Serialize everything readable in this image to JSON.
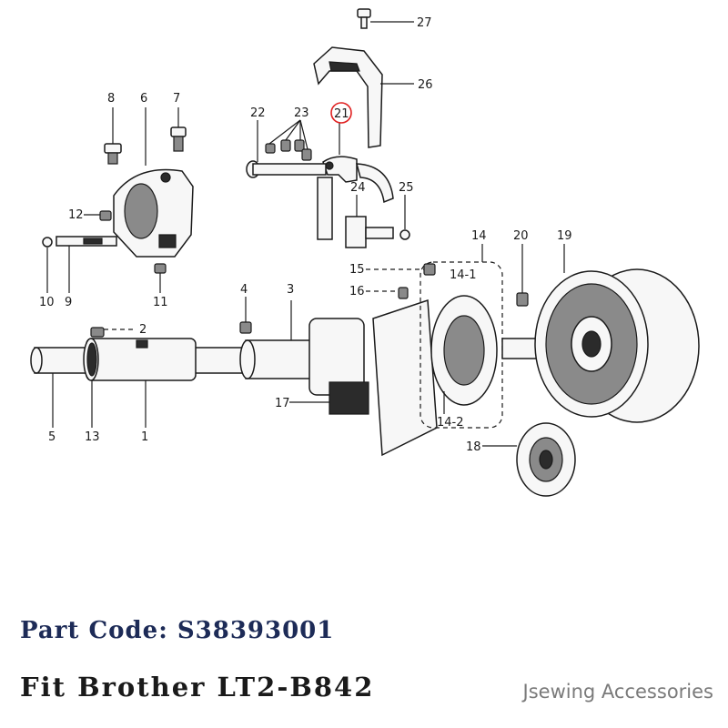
{
  "diagram": {
    "callouts": [
      "1",
      "2",
      "3",
      "4",
      "5",
      "6",
      "7",
      "8",
      "9",
      "10",
      "11",
      "12",
      "13",
      "14",
      "14-1",
      "14-2",
      "15",
      "16",
      "17",
      "18",
      "19",
      "20",
      "21",
      "22",
      "23",
      "24",
      "25",
      "26",
      "27"
    ],
    "highlighted_callout": "21",
    "highlight_color": "#e02020"
  },
  "footer": {
    "part_code": "Part Code: S38393001",
    "fit": "Fit Brother LT2-B842",
    "brand": "Jsewing Accessories",
    "part_code_color": "#1d2b57"
  }
}
